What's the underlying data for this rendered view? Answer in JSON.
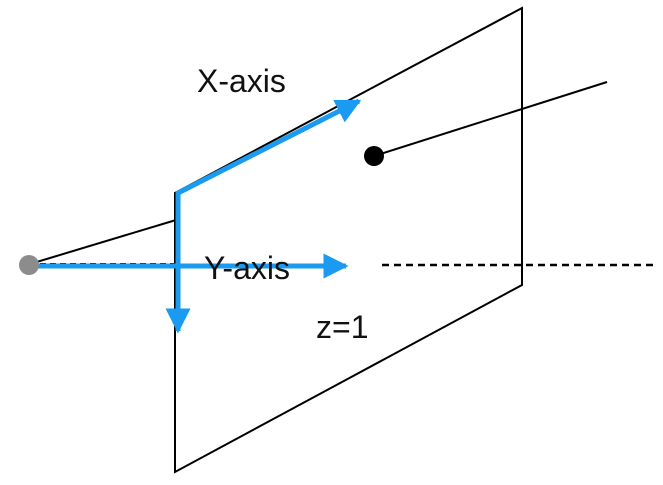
{
  "labels": {
    "x_axis": "X-axis",
    "y_axis": "Y-axis",
    "plane": "z=1"
  },
  "colors": {
    "axis_arrow": "#1a9af0",
    "outline": "#000000",
    "camera_point": "#8c8c8c",
    "scene_point": "#000000",
    "dashed_ray": "#000000"
  }
}
